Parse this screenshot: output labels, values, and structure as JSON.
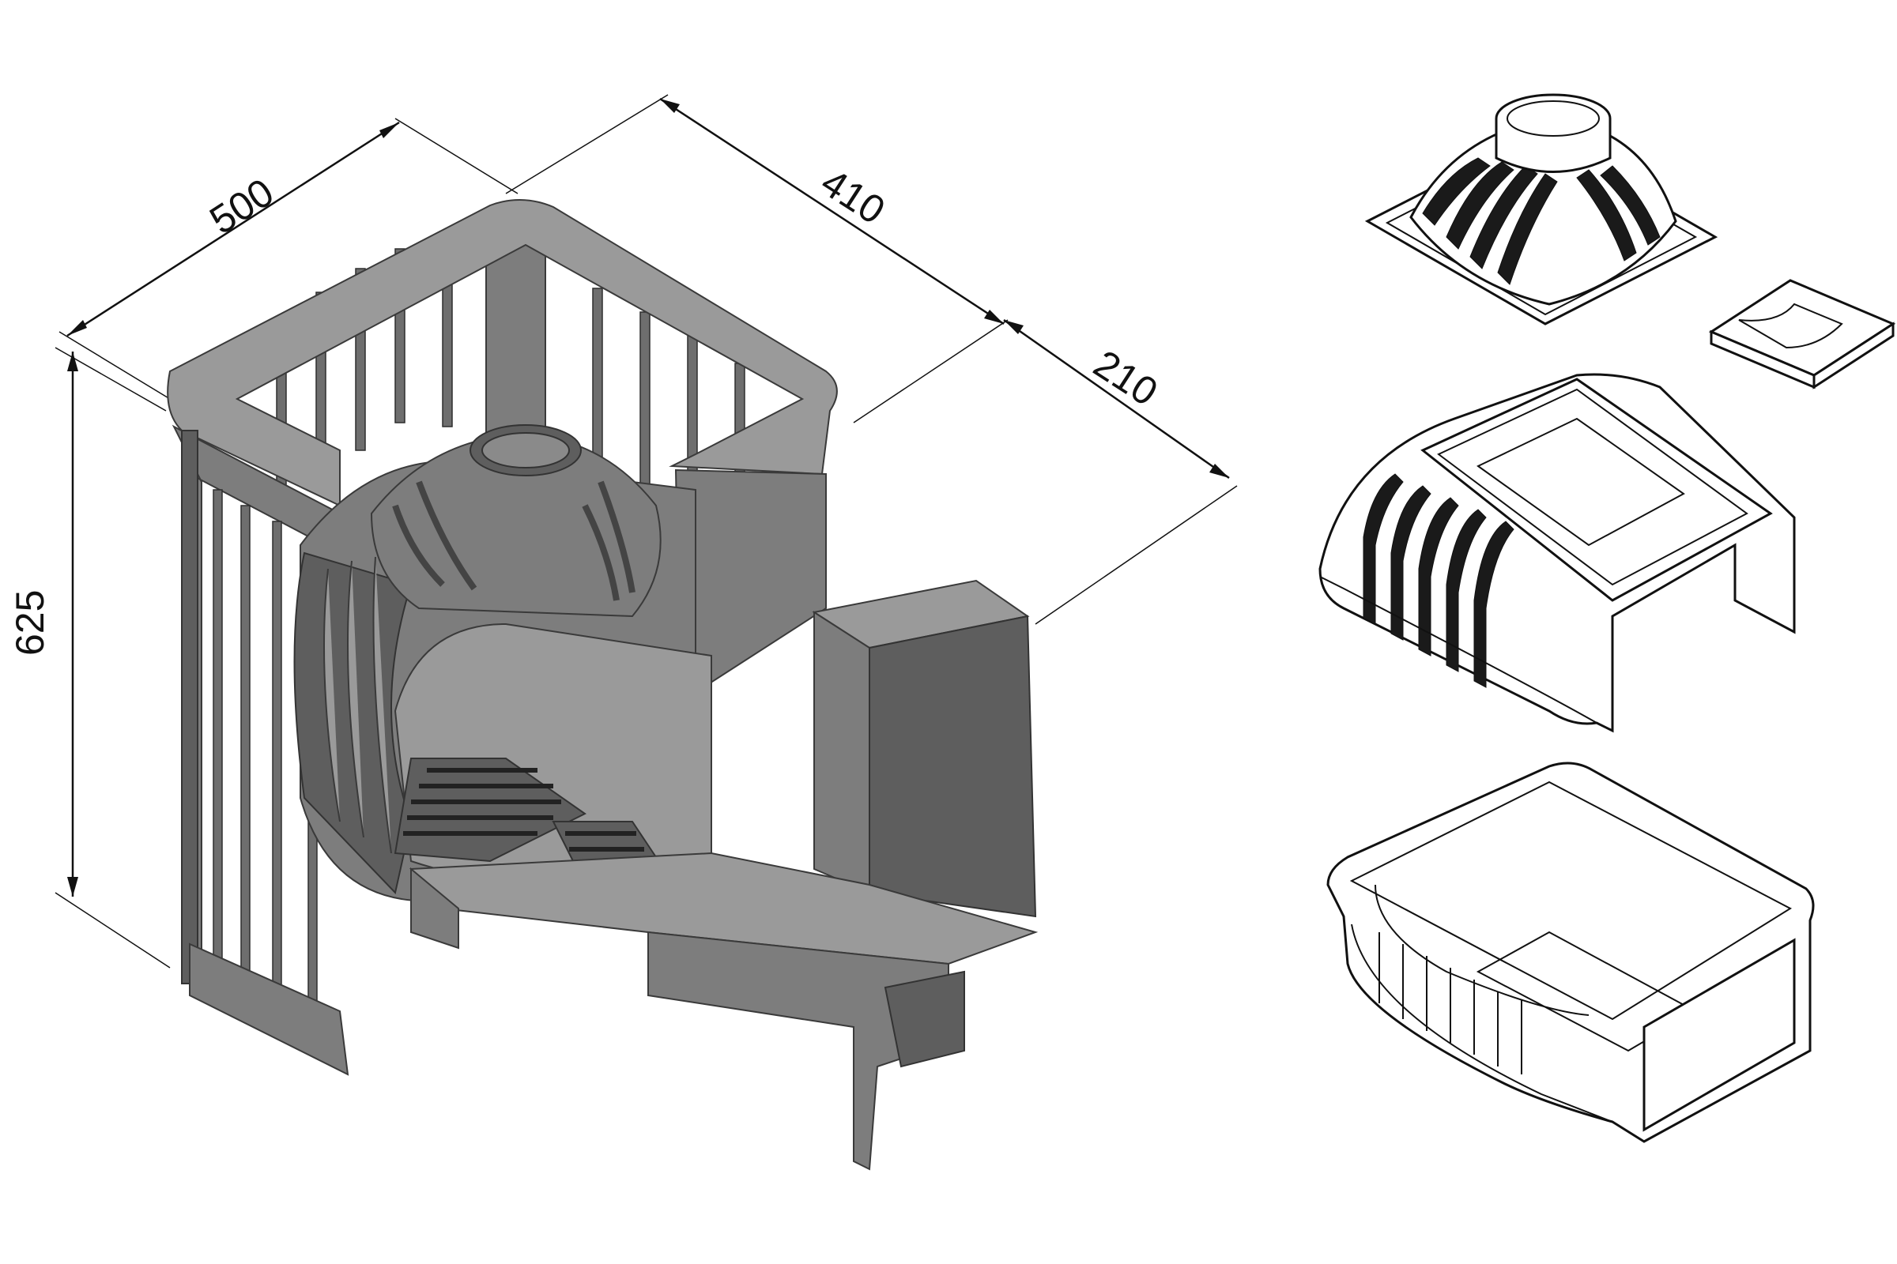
{
  "dimensions": {
    "width_label": "500",
    "depth_label": "410",
    "tunnel_label": "210",
    "height_label": "625"
  },
  "colors": {
    "stove_gray": "#7d7d7d",
    "line_black": "#111111",
    "background": "#ffffff"
  }
}
